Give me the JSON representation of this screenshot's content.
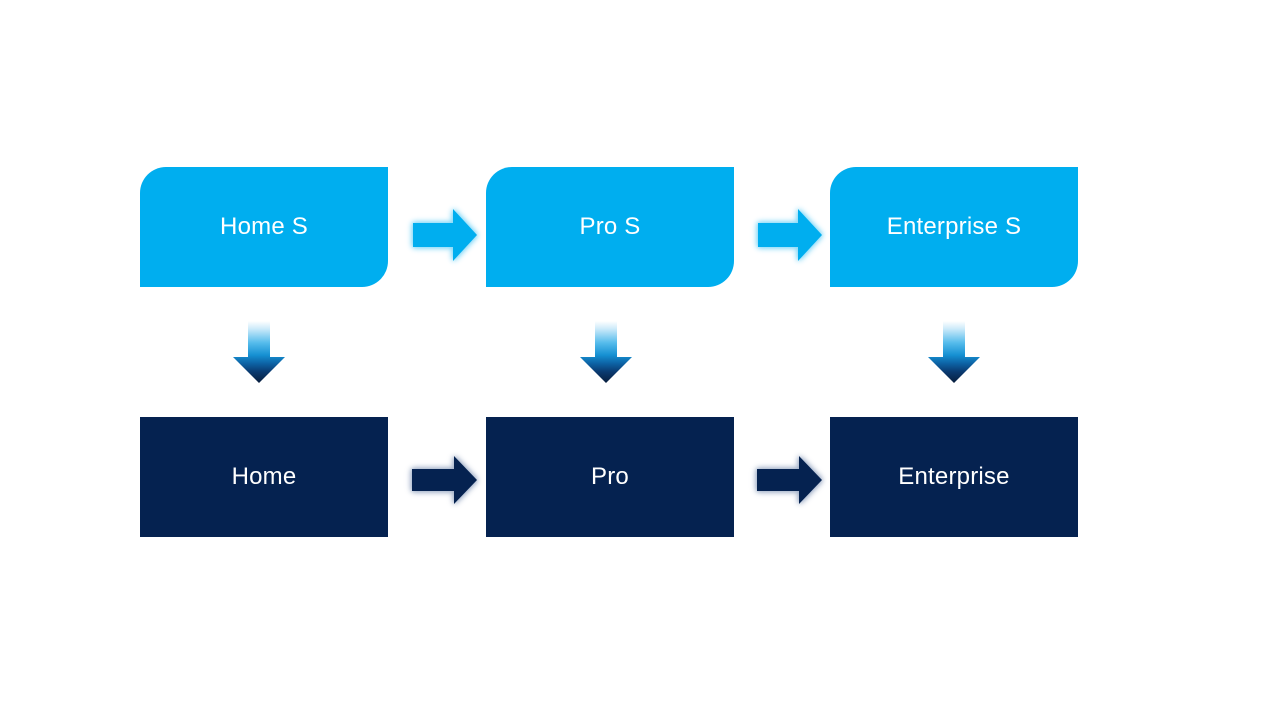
{
  "diagram": {
    "top_row": [
      {
        "label": "Home S"
      },
      {
        "label": "Pro S"
      },
      {
        "label": "Enterprise S"
      }
    ],
    "bottom_row": [
      {
        "label": "Home"
      },
      {
        "label": "Pro"
      },
      {
        "label": "Enterprise"
      }
    ]
  },
  "icons": {
    "horizontal_connector": "right-arrow-icon",
    "vertical_connector": "down-arrow-icon"
  },
  "colors": {
    "canvas_bg": "#FFFFFF",
    "light_blue": "#00AEEF",
    "dark_navy": "#052250",
    "label_text": "#FFFFFF",
    "light_arrow_glow": "#8ADAF8",
    "dark_arrow_glow": "#A5B3CB",
    "down_grad_top": "#FFFFFF",
    "down_grad_light": "#CFEBFA",
    "down_grad_sky": "#56BCEC",
    "down_grad_mid": "#1690D2",
    "down_grad_deep": "#0D64A6",
    "down_grad_navy": "#0A3A70",
    "down_grad_tip": "#081D3C"
  }
}
